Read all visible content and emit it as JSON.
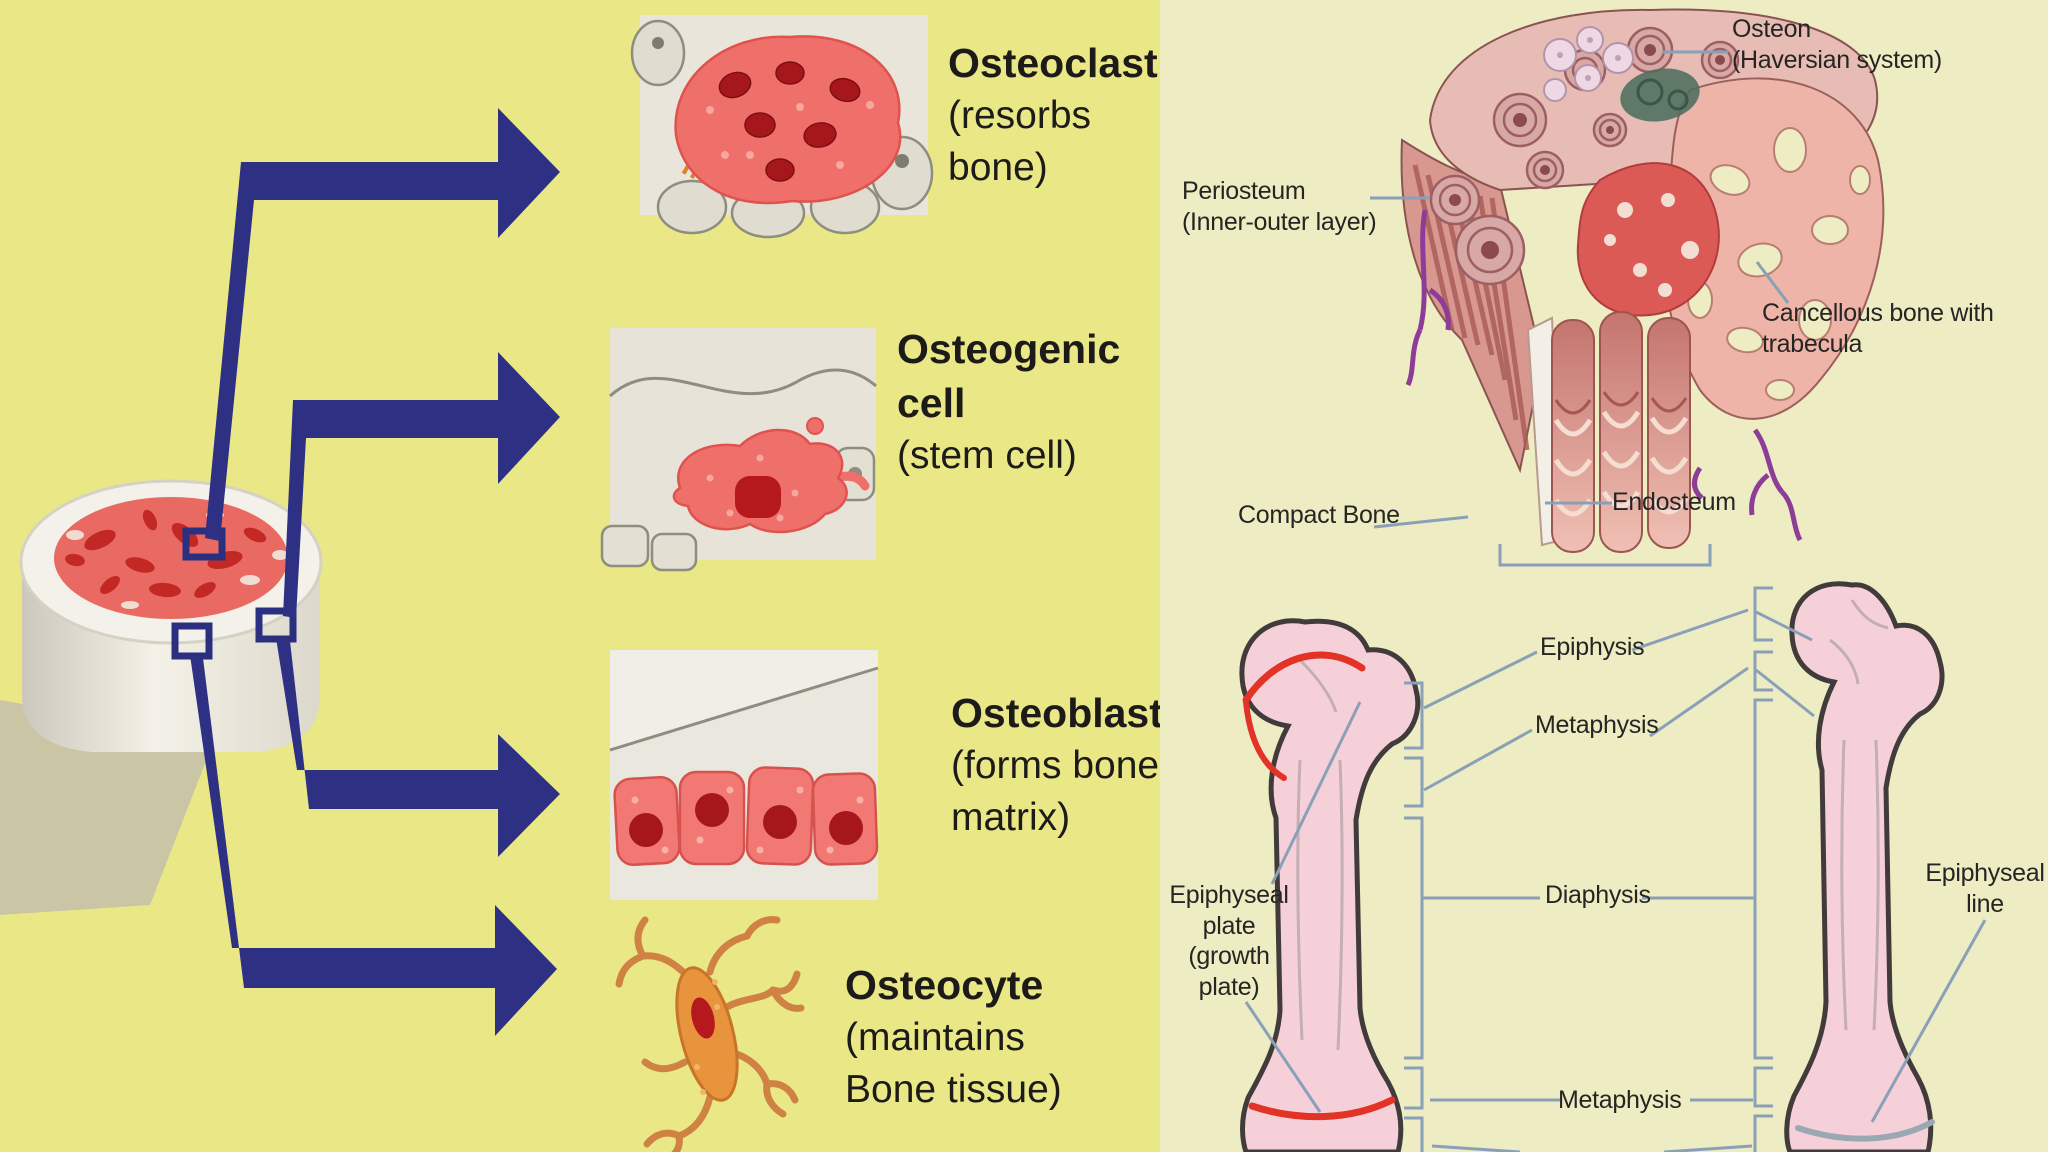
{
  "cells": {
    "items": [
      {
        "name": "Osteoclast",
        "desc": "(resorbs bone)"
      },
      {
        "name": "Osteogenic cell",
        "desc": "(stem cell)"
      },
      {
        "name": "Osteoblast",
        "desc": "(forms bone matrix)"
      },
      {
        "name": "Osteocyte",
        "desc": "(maintains Bone tissue)"
      }
    ]
  },
  "micro": {
    "osteon_line1": "Osteon",
    "osteon_line2": "(Haversian system)",
    "periosteum_line1": "Periosteum",
    "periosteum_line2": "(Inner-outer layer)",
    "cancellous_line1": "Cancellous bone with",
    "cancellous_line2": "trabecula",
    "compact": "Compact Bone",
    "endosteum": "Endosteum"
  },
  "long_bone": {
    "epiphysis": "Epiphysis",
    "metaphysis_upper": "Metaphysis",
    "diaphysis": "Diaphysis",
    "metaphysis_lower": "Metaphysis",
    "epiphyseal_plate": "Epiphyseal plate (growth plate)",
    "epiphyseal_line": "Epiphyseal line"
  },
  "colors": {
    "left_background": "#eae886",
    "right_background": "#edecc2",
    "arrow_navy": "#2e3084",
    "marker_navy": "#2b2f80",
    "leader_blue": "#8aa0b8",
    "bone_pink": "#f6d0d8",
    "plate_red": "#e23327",
    "epiphyseal_line_gray": "#9aa8b4",
    "cell_pink": "#ef6f6b",
    "nucleus_red": "#a6171c",
    "osteocyte_orange": "#e8943c",
    "text_dark": "#1d1b19"
  }
}
